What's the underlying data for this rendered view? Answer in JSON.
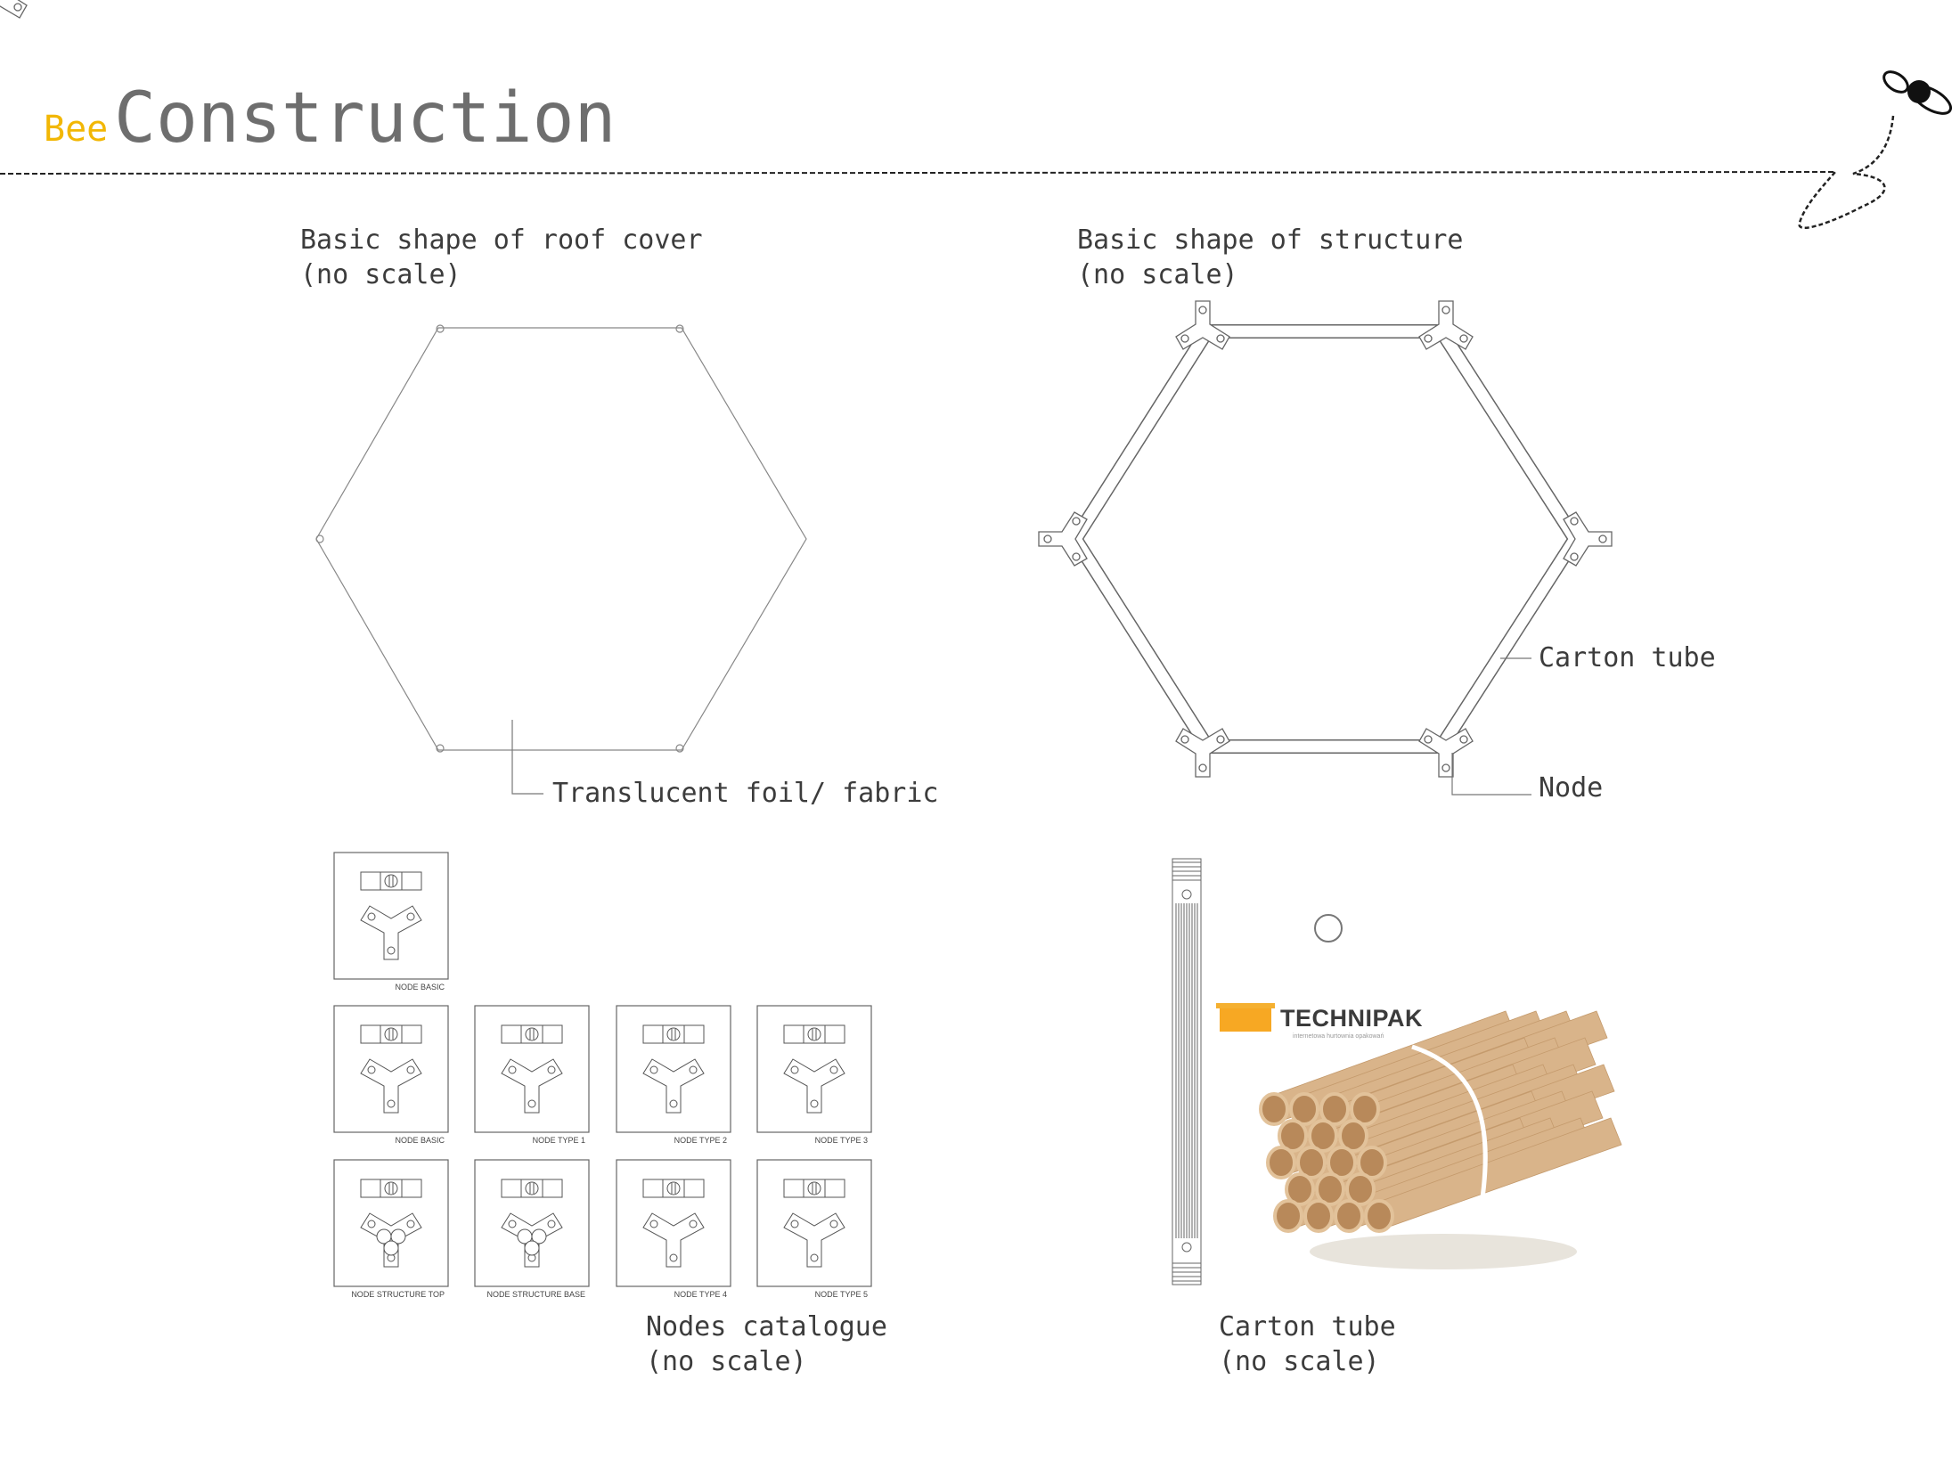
{
  "header": {
    "title_prefix": "Bee",
    "title_main": "Construction"
  },
  "roof": {
    "title": "Basic shape of roof cover",
    "scale_note": "(no scale)",
    "callout": "Translucent foil/ fabric"
  },
  "structure": {
    "title": "Basic shape of structure",
    "scale_note": "(no scale)",
    "callout_tube": "Carton tube",
    "callout_node": "Node"
  },
  "catalogue": {
    "title": "Nodes catalogue",
    "scale_note": "(no scale)",
    "items": [
      {
        "label": "NODE BASIC"
      },
      {
        "label": "NODE BASIC"
      },
      {
        "label": "NODE TYPE 1"
      },
      {
        "label": "NODE TYPE 2"
      },
      {
        "label": "NODE TYPE 3"
      },
      {
        "label": "NODE STRUCTURE TOP"
      },
      {
        "label": "NODE STRUCTURE BASE"
      },
      {
        "label": "NODE TYPE 4"
      },
      {
        "label": "NODE TYPE 5"
      }
    ]
  },
  "tube": {
    "title": "Carton tube",
    "scale_note": "(no scale)",
    "brand": "TECHNIPAK",
    "brand_tagline": "internetowa hurtownia opakowań"
  },
  "colors": {
    "accent": "#f2b705",
    "title_gray": "#6e6e6e",
    "cardboard": "#d9b48a",
    "logo_orange": "#f7a823"
  }
}
